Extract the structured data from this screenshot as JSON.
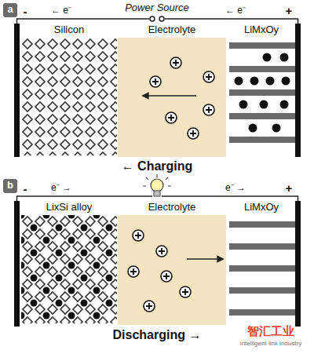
{
  "diagram": {
    "nodes": [
      {
        "text": [
          "Silicon"
        ]
      },
      {
        "text": [
          "Electrolyte"
        ]
      },
      {
        "text": [
          "LiMxOy"
        ]
      },
      {
        "text": [
          "LixSi alloy"
        ]
      },
      {
        "text": [
          "Electrolyte"
        ]
      },
      {
        "text": [
          "LiMxOy"
        ]
      }
    ],
    "labels": [
      "a",
      "-",
      "← e⁻",
      "Power Source",
      "← e⁻",
      "+",
      "← Charging",
      "b",
      "-",
      "e⁻ →",
      "e⁻ →",
      "+",
      "Discharging →",
      "智汇工业",
      "intelligent link industry"
    ]
  }
}
